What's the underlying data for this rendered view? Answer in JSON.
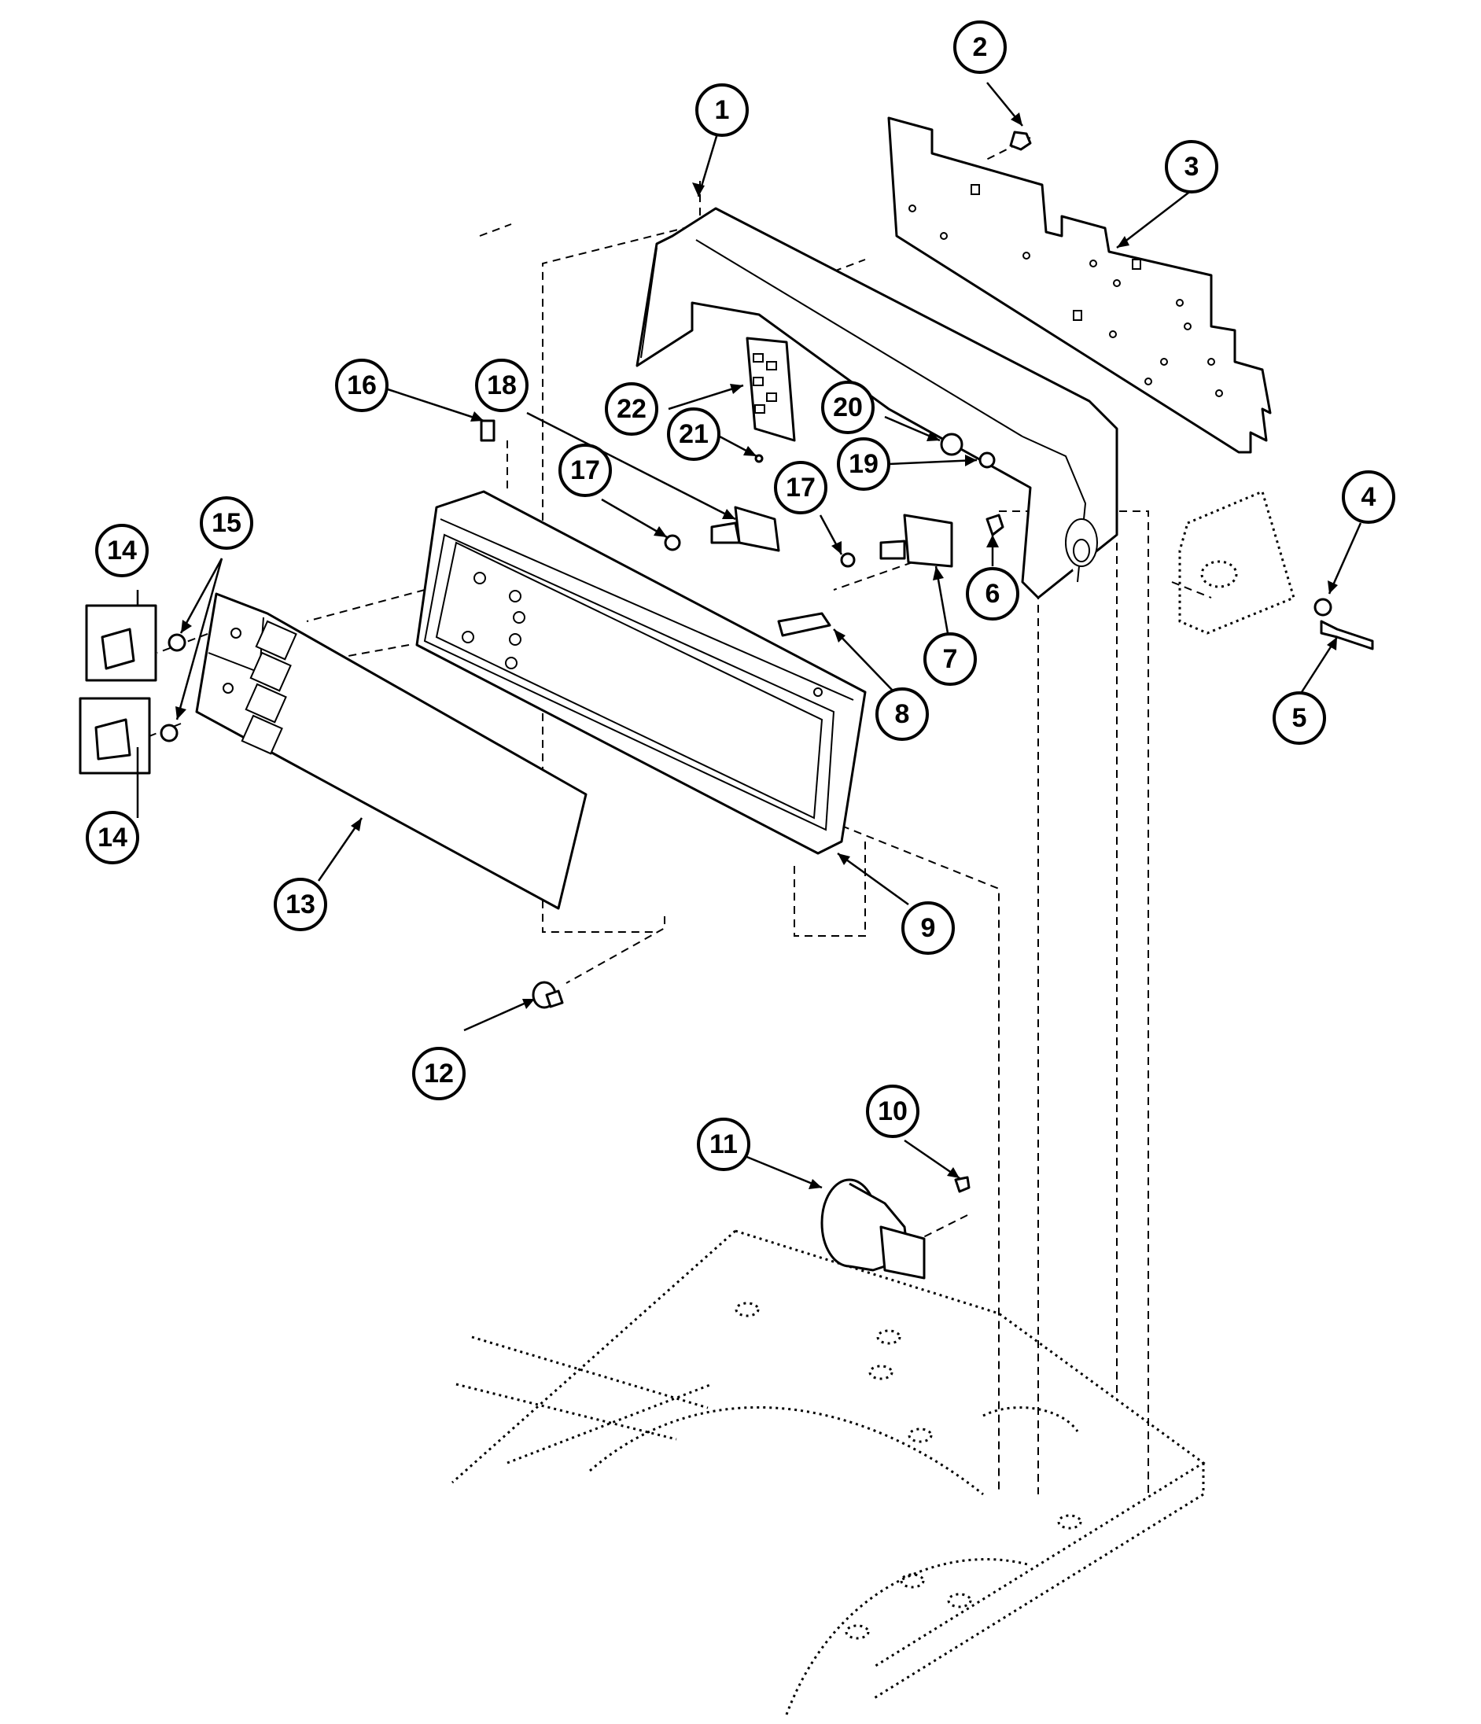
{
  "diagram": {
    "callouts": [
      {
        "id": "c1",
        "label": "1"
      },
      {
        "id": "c2",
        "label": "2"
      },
      {
        "id": "c3",
        "label": "3"
      },
      {
        "id": "c4",
        "label": "4"
      },
      {
        "id": "c5",
        "label": "5"
      },
      {
        "id": "c6",
        "label": "6"
      },
      {
        "id": "c7",
        "label": "7"
      },
      {
        "id": "c8",
        "label": "8"
      },
      {
        "id": "c9",
        "label": "9"
      },
      {
        "id": "c10",
        "label": "10"
      },
      {
        "id": "c11",
        "label": "11"
      },
      {
        "id": "c12",
        "label": "12"
      },
      {
        "id": "c13",
        "label": "13"
      },
      {
        "id": "c14a",
        "label": "14"
      },
      {
        "id": "c14b",
        "label": "14"
      },
      {
        "id": "c15",
        "label": "15"
      },
      {
        "id": "c16",
        "label": "16"
      },
      {
        "id": "c17a",
        "label": "17"
      },
      {
        "id": "c17b",
        "label": "17"
      },
      {
        "id": "c18",
        "label": "18"
      },
      {
        "id": "c19",
        "label": "19"
      },
      {
        "id": "c20",
        "label": "20"
      },
      {
        "id": "c21",
        "label": "21"
      },
      {
        "id": "c22",
        "label": "22"
      }
    ]
  }
}
